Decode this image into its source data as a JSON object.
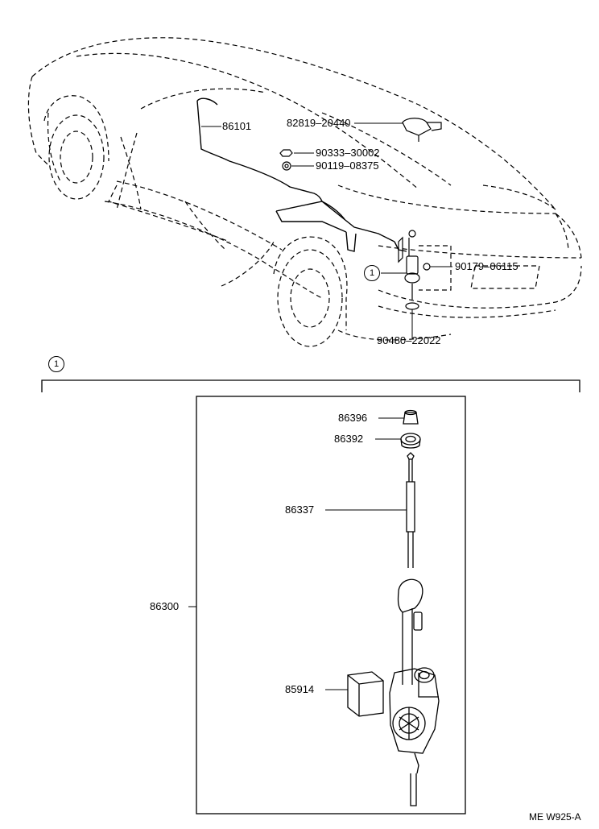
{
  "callout": "1",
  "labels": {
    "p86101": "86101",
    "p82819": "82819–20440",
    "p90333": "90333–30002",
    "p90119": "90119–08375",
    "p90179": "90179–06115",
    "p90480": "90480–22022",
    "p86396": "86396",
    "p86392": "86392",
    "p86337": "86337",
    "p86300": "86300",
    "p85914": "85914"
  },
  "diagram_code": "ME W925-A"
}
